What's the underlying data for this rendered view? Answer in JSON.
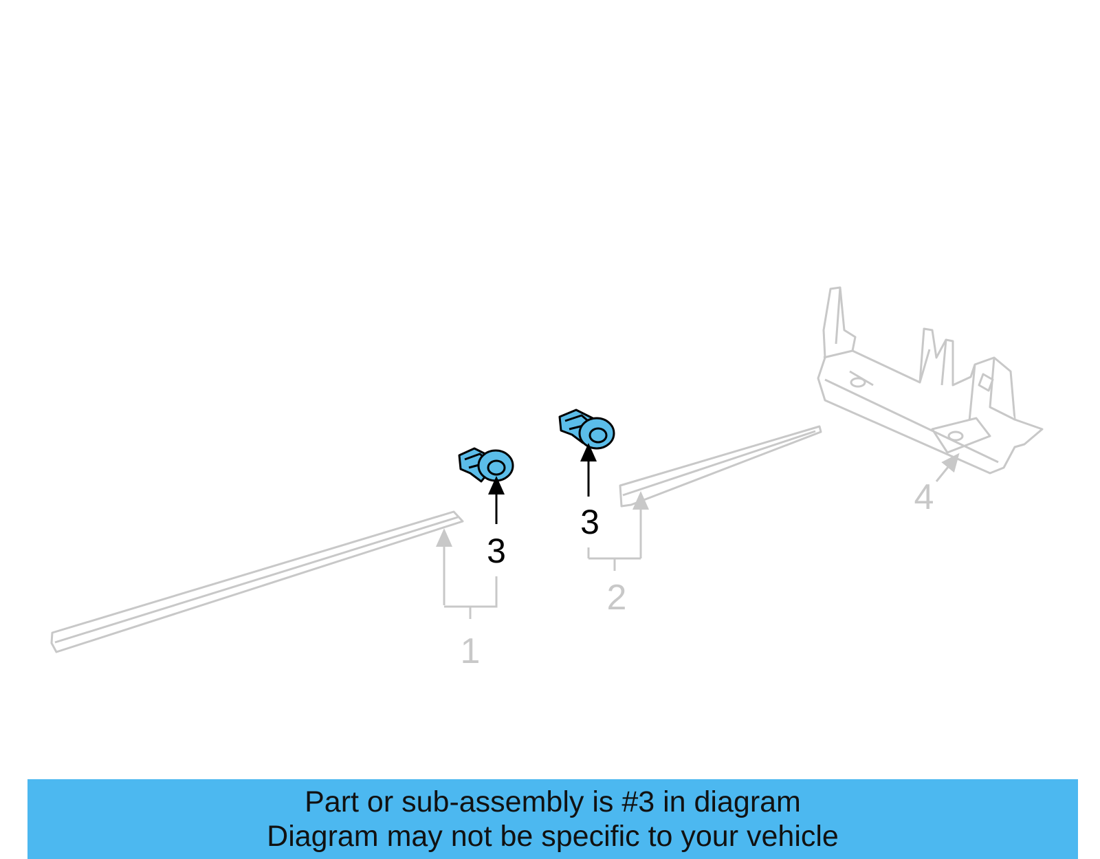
{
  "colors": {
    "banner_bg": "#4cb8f0",
    "highlight_part": "#5bbde9",
    "ghost_part": "#c8c8c8",
    "callout_black": "#000000"
  },
  "diagram": {
    "callouts": {
      "part_1": "1",
      "part_2": "2",
      "part_3a": "3",
      "part_3b": "3",
      "part_4": "4"
    }
  },
  "banner": {
    "line1": "Part or sub-assembly is #3 in diagram",
    "line2": "Diagram may not be specific to your vehicle"
  }
}
